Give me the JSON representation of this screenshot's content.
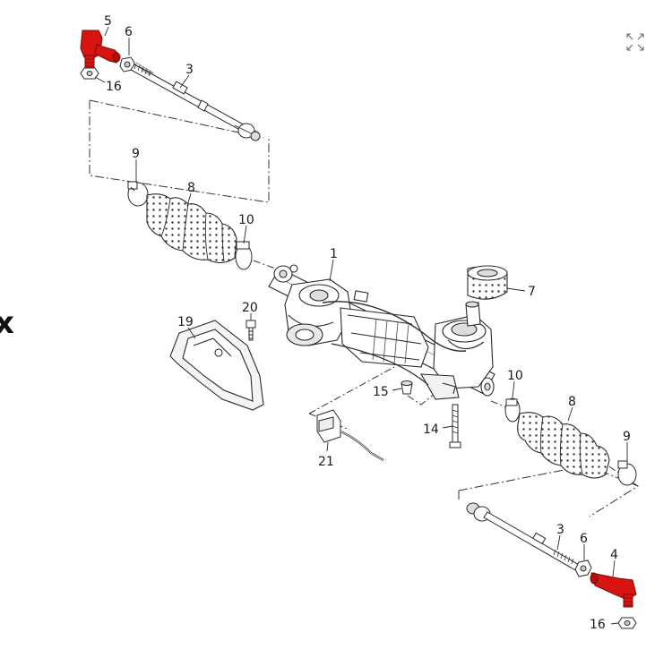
{
  "viewer": {
    "expand_icon": "expand-arrows-icon",
    "close_glyph": "x"
  },
  "colors": {
    "line": "#2a2a2a",
    "highlight": "#d7140f",
    "part_fill": "#ffffff",
    "shade": "#dcdcdc"
  },
  "callouts": {
    "c1": "1",
    "c3a": "3",
    "c3b": "3",
    "c4": "4",
    "c5": "5",
    "c6a": "6",
    "c6b": "6",
    "c7": "7",
    "c8a": "8",
    "c8b": "8",
    "c9a": "9",
    "c9b": "9",
    "c10a": "10",
    "c10b": "10",
    "c14": "14",
    "c15": "15",
    "c16a": "16",
    "c16b": "16",
    "c19": "19",
    "c20": "20",
    "c21": "21"
  },
  "highlighted_parts": [
    "5",
    "4"
  ]
}
